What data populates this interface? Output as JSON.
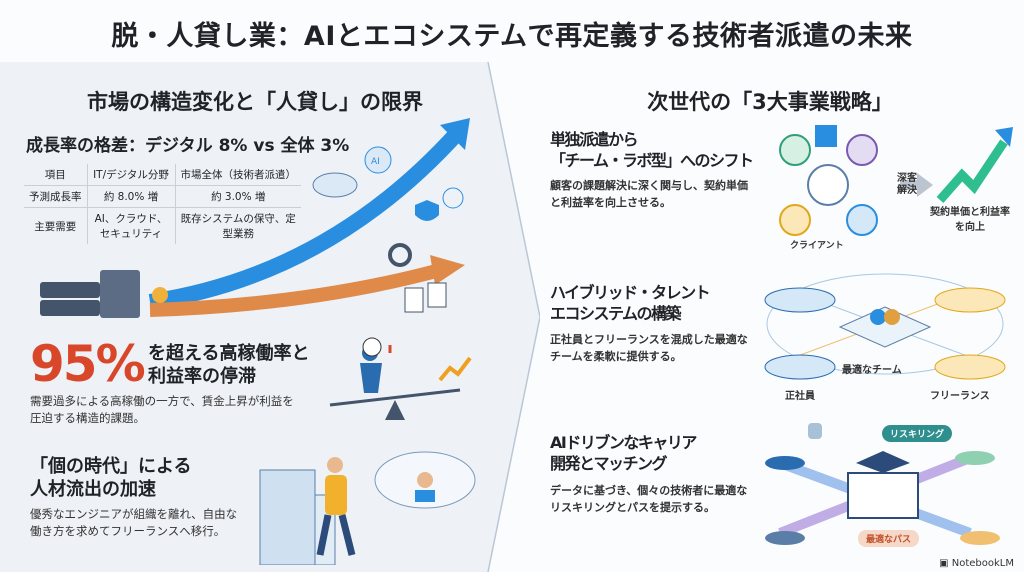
{
  "title": "脱・人貸し業：AIとエコシステムで再定義する技術者派遣の未来",
  "left": {
    "heading": "市場の構造変化と「人貸し」の限界",
    "growth": {
      "title": "成長率の格差：デジタル 8% vs 全体 3%",
      "headers": [
        "項目",
        "IT/デジタル分野",
        "市場全体（技術者派遣）"
      ],
      "rows": [
        [
          "予測成長率",
          "約 8.0% 増",
          "約 3.0% 増"
        ],
        [
          "主要需要",
          "AI、クラウド、セキュリティ",
          "既存システムの保守、定型業務"
        ]
      ],
      "icon_label": "AI"
    },
    "utilization": {
      "big": "95%",
      "title_line1": "を超える高稼働率と",
      "title_line2": "利益率の停滞",
      "body": "需要過多による高稼働の一方で、賃金上昇が利益を圧迫する構造的課題。"
    },
    "talent": {
      "title_line1": "「個の時代」による",
      "title_line2": "人材流出の加速",
      "body": "優秀なエンジニアが組織を離れ、自由な働き方を求めてフリーランスへ移行。"
    }
  },
  "right": {
    "heading": "次世代の「3大事業戦略」",
    "s1": {
      "title_line1": "単独派遣から",
      "title_line2": "「チーム・ラボ型」へのシフト",
      "body": "顧客の課題解決に深く関与し、契約単価と利益率を向上させる。",
      "label_client": "クライアント",
      "label_deep": "深客解決",
      "label_result": "契約単価と利益率を向上"
    },
    "s2": {
      "title_line1": "ハイブリッド・タレント",
      "title_line2": "エコシステムの構築",
      "body": "正社員とフリーランスを混成した最適なチームを柔軟に提供する。",
      "label_team": "最適なチーム",
      "label_employee": "正社員",
      "label_freelance": "フリーランス"
    },
    "s3": {
      "title_line1": "AIドリブンなキャリア",
      "title_line2": "開発とマッチング",
      "body": "データに基づき、個々の技術者に最適なリスキリングとパスを提示する。",
      "label_reskill": "リスキリング",
      "label_path": "最適なパス"
    }
  },
  "footer": "NotebookLM",
  "colors": {
    "accent_red": "#d9472b",
    "blue": "#2a8ee0",
    "orange": "#e08a4a",
    "left_bg": "#eef2f6"
  }
}
